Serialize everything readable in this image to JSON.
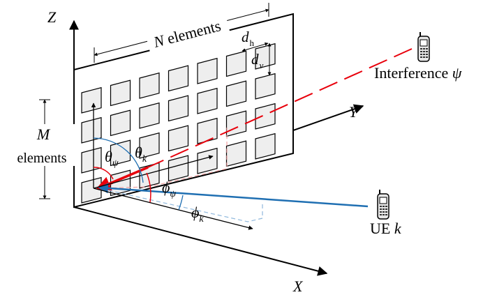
{
  "axes": {
    "x": "X",
    "y": "Y",
    "z": "Z"
  },
  "array": {
    "rows": 4,
    "cols": 7,
    "n_var": "N",
    "n_text": " elements",
    "m_var": "M",
    "m_text": "elements",
    "dh_var": "d",
    "dh_sub": "h",
    "dv_var": "d",
    "dv_sub": "v"
  },
  "angles": {
    "theta": "θ",
    "phi": "ϕ",
    "sub_psi": "ψ",
    "sub_k": "k"
  },
  "users": {
    "interference_text": "Interference ",
    "interference_sym": "ψ",
    "ue_text": "UE ",
    "ue_sym": "k"
  },
  "colors": {
    "interference": "#e8000b",
    "ue": "#1f6fb2",
    "ue_light": "#8fb8dd",
    "int_light": "#f0a0a0",
    "element_fill": "#eeeeee"
  }
}
